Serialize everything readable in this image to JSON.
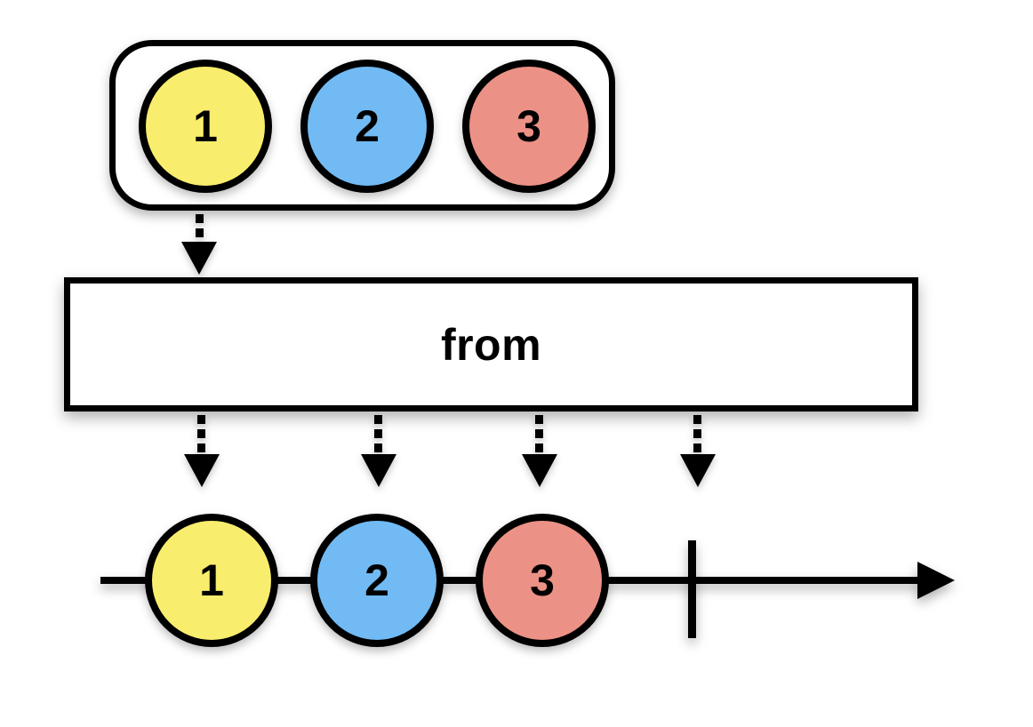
{
  "source": {
    "items": [
      {
        "label": "1",
        "color": "#F9ED6E"
      },
      {
        "label": "2",
        "color": "#71BAF3"
      },
      {
        "label": "3",
        "color": "#EC9186"
      }
    ]
  },
  "operator": {
    "label": "from"
  },
  "output": {
    "items": [
      {
        "label": "1",
        "color": "#F9ED6E"
      },
      {
        "label": "2",
        "color": "#71BAF3"
      },
      {
        "label": "3",
        "color": "#EC9186"
      }
    ],
    "complete_marker": true
  },
  "colors": {
    "stroke": "#000000",
    "background": "#FFFFFF"
  }
}
